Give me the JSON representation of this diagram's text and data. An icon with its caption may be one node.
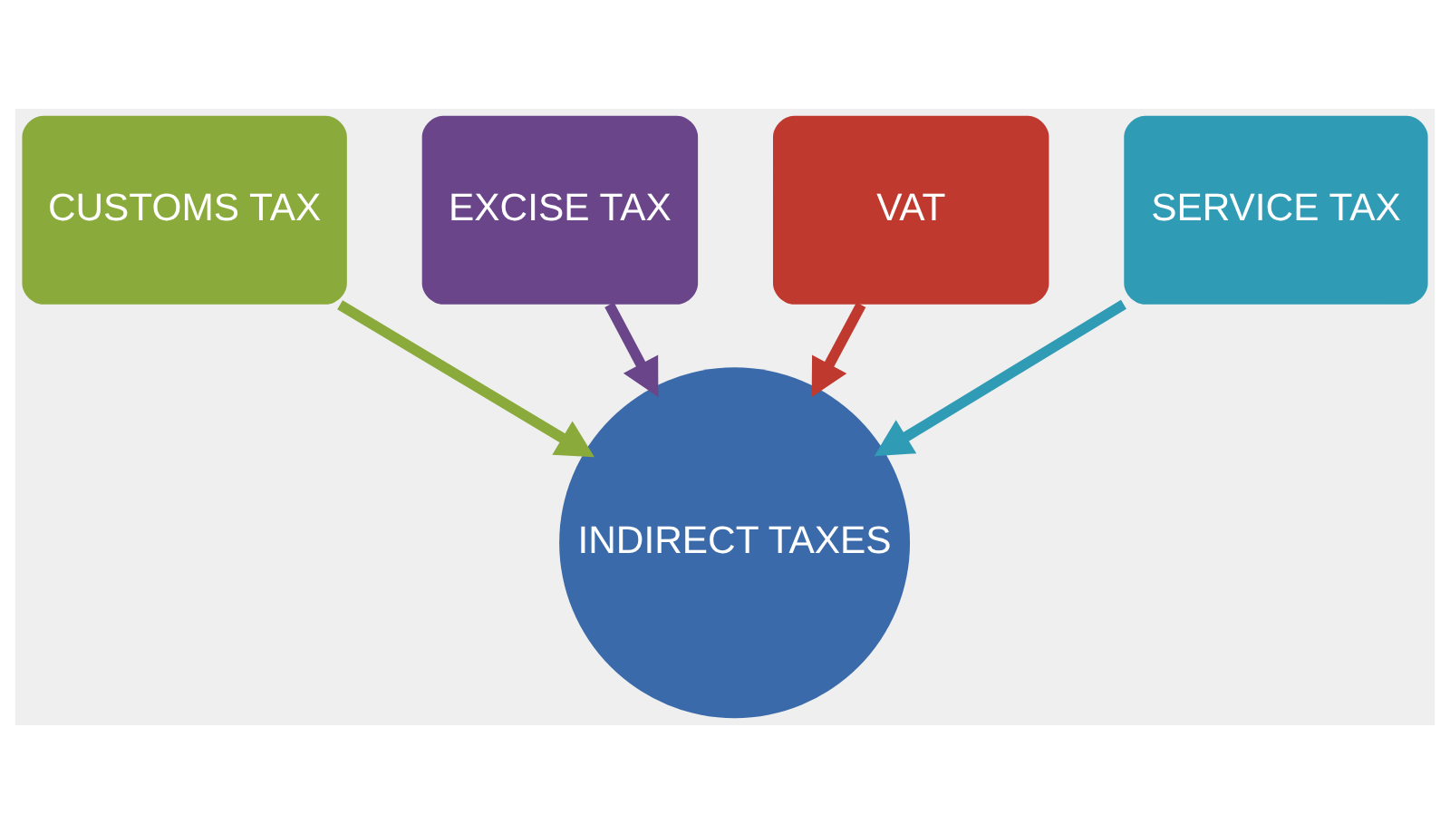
{
  "diagram": {
    "nodes": [
      {
        "text": [
          "CUSTOMS TAX"
        ]
      },
      {
        "text": [
          "EXCISE TAX"
        ]
      },
      {
        "text": [
          "VAT"
        ]
      },
      {
        "text": [
          "SERVICE TAX"
        ]
      },
      {
        "text": [
          "INDIRECT TAXES"
        ]
      }
    ],
    "edges": [
      {
        "from": 0,
        "to": 4,
        "arrow": "to",
        "color": "#8aaa3c"
      },
      {
        "from": 1,
        "to": 4,
        "arrow": "to",
        "color": "#6a4589"
      },
      {
        "from": 2,
        "to": 4,
        "arrow": "to",
        "color": "#c0392f"
      },
      {
        "from": 3,
        "to": 4,
        "arrow": "to",
        "color": "#2f9bb5"
      }
    ]
  }
}
